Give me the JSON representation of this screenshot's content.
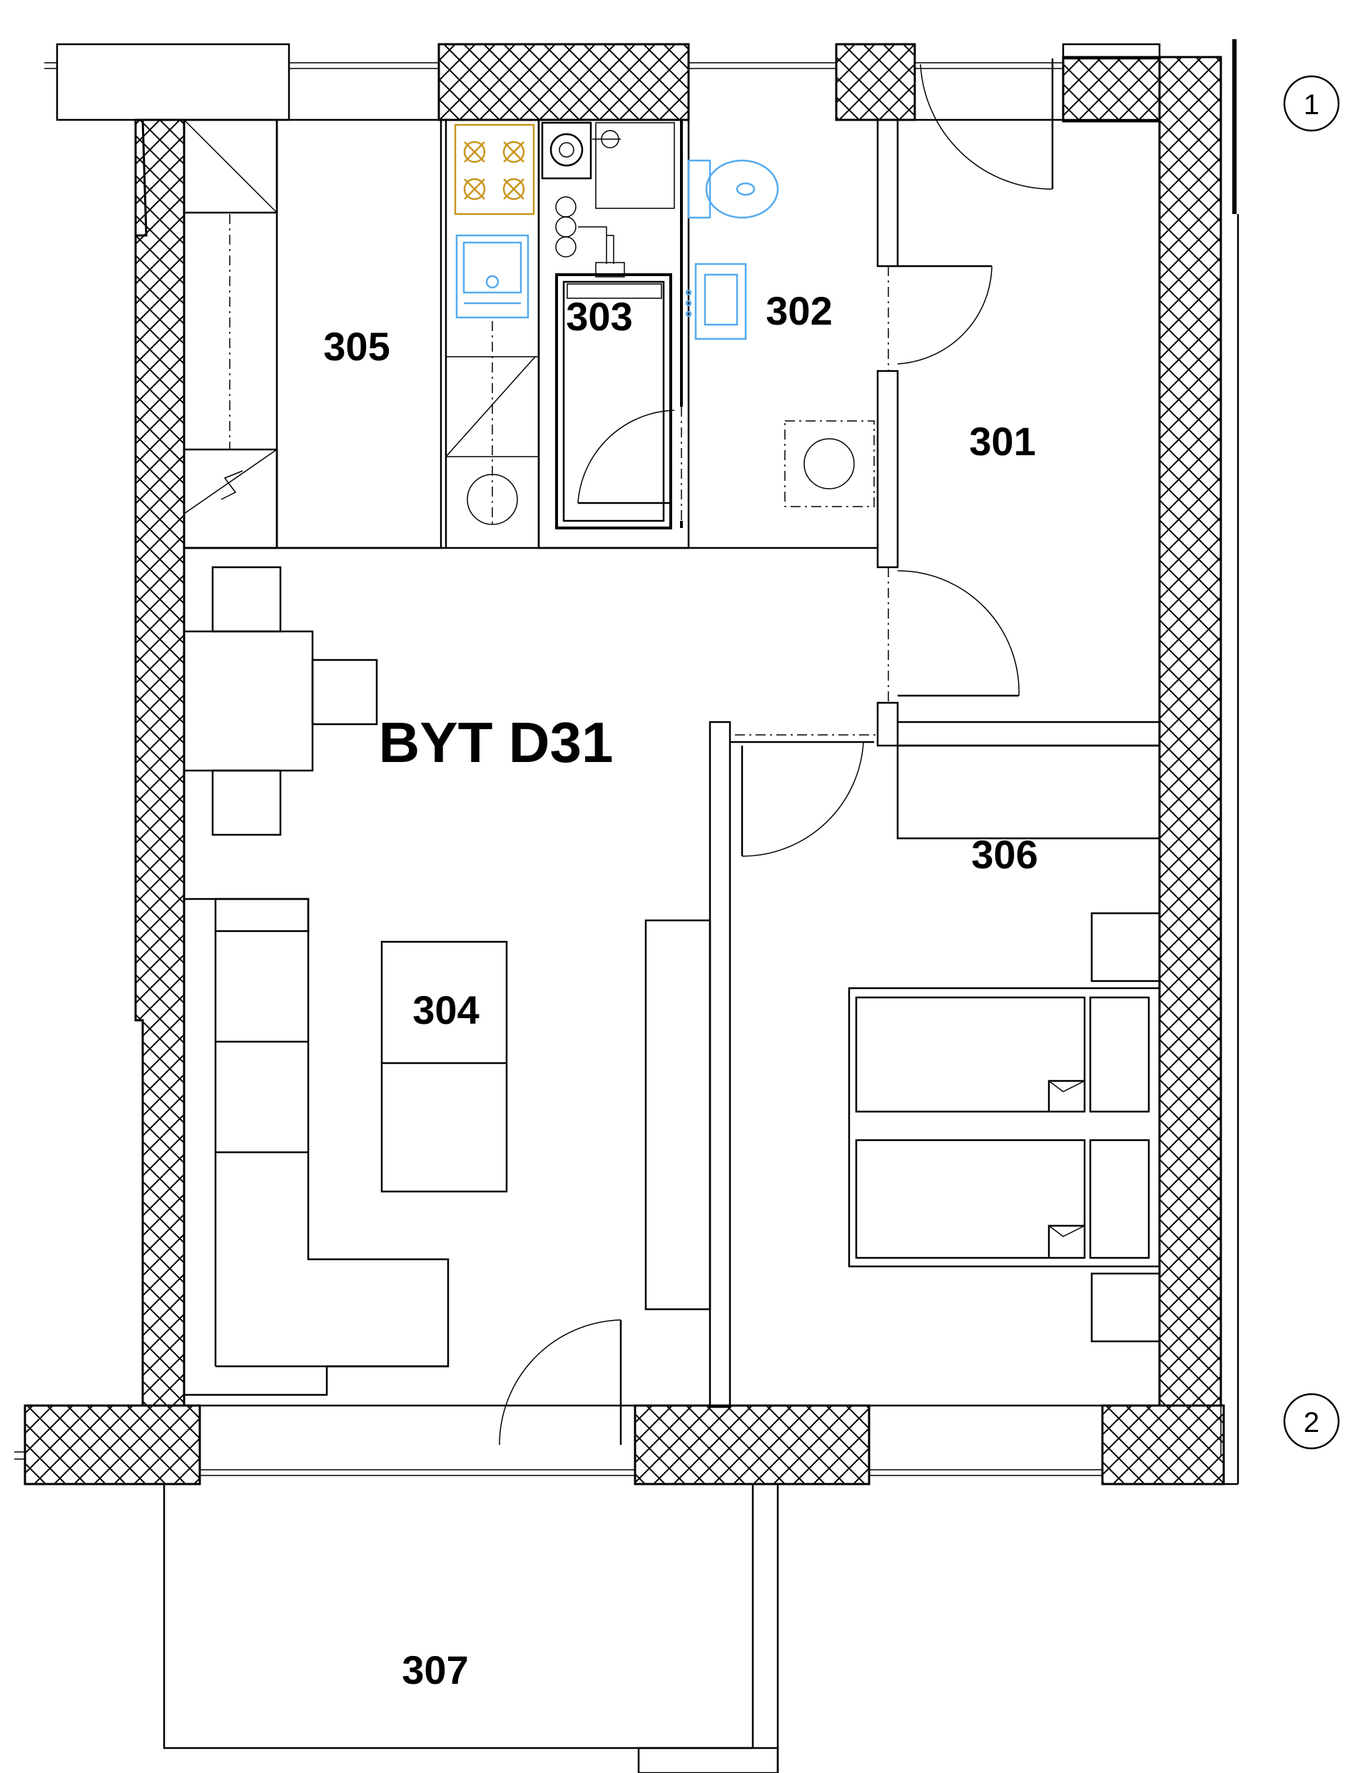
{
  "plan": {
    "title": "BYT D31",
    "rooms": [
      {
        "id": "301",
        "label": "301"
      },
      {
        "id": "302",
        "label": "302"
      },
      {
        "id": "303",
        "label": "303"
      },
      {
        "id": "304",
        "label": "304"
      },
      {
        "id": "305",
        "label": "305"
      },
      {
        "id": "306",
        "label": "306"
      },
      {
        "id": "307",
        "label": "307"
      }
    ],
    "axes": [
      {
        "id": "1",
        "label": "1"
      },
      {
        "id": "2",
        "label": "2"
      }
    ]
  },
  "colors": {
    "line": "#000000",
    "sanitary": "#55aaee",
    "stove": "#c8961e",
    "background": "#ffffff"
  }
}
